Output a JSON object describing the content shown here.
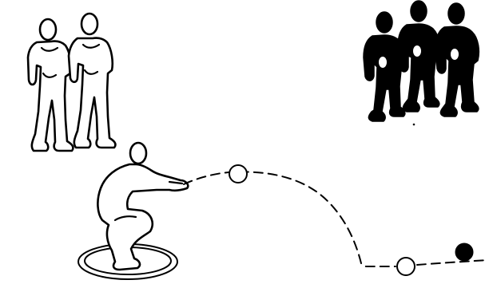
{
  "scene": {
    "kind": "illustration",
    "colors": {
      "ink": "#000000",
      "paper": "#ffffff"
    },
    "groups": {
      "outlined_figures_count": 2,
      "silhouette_figures_count": 3,
      "thrower_count": 1
    },
    "objects": [
      "outline-figure-icon",
      "silhouette-figure-icon",
      "crouching-thrower-icon",
      "throwing-circle-icon",
      "ball-in-flight-icon",
      "landing-ball-icon",
      "target-jack-icon",
      "dashed-trajectory-icon"
    ]
  }
}
